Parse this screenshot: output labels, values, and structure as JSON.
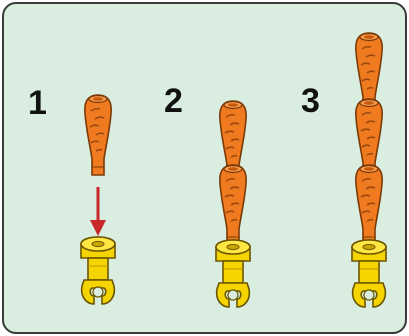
{
  "steps": [
    {
      "label": "1",
      "carrots": 1,
      "arrow": true
    },
    {
      "label": "2",
      "carrots": 2,
      "arrow": false
    },
    {
      "label": "3",
      "carrots": 3,
      "arrow": false
    }
  ],
  "colors": {
    "background": "#d9eee1",
    "border": "#3a3a3a",
    "carrot": "#f07a20",
    "carrot_dark": "#b8500c",
    "holder": "#f5d400",
    "holder_dark": "#8a7200",
    "arrow": "#c8282a"
  },
  "icons": {
    "carrot": "carrot-icon",
    "holder": "holder-clip-icon",
    "arrow": "arrow-down-icon"
  }
}
